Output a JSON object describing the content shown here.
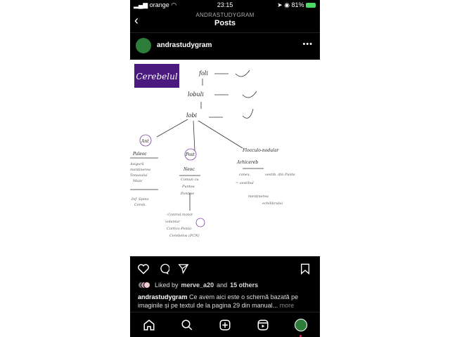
{
  "status": {
    "carrier": "orange",
    "time": "23:15",
    "battery": "81%"
  },
  "header": {
    "account": "ANDRASTUDYGRAM",
    "title": "Posts"
  },
  "post": {
    "username": "andrastudygram",
    "image": {
      "title": "Cerebelul",
      "labels": [
        "foli",
        "lobuli",
        "lobi",
        "Ant",
        "Post",
        "Flocculo-nodular",
        "Paleoc",
        "Neoc",
        "Arhicereb"
      ]
    },
    "likes": {
      "prefix": "Liked by",
      "user": "merve_a20",
      "connector": "and",
      "others": "15 others"
    },
    "caption": {
      "user": "andrastudygram",
      "text": "Ce avem aici este o schemă bazată pe imaginile și pe textul de la pagina 29 din manual...",
      "more": "more"
    }
  },
  "colors": {
    "accent": "#4b1a7e",
    "avatar": "#2e7d3a"
  }
}
